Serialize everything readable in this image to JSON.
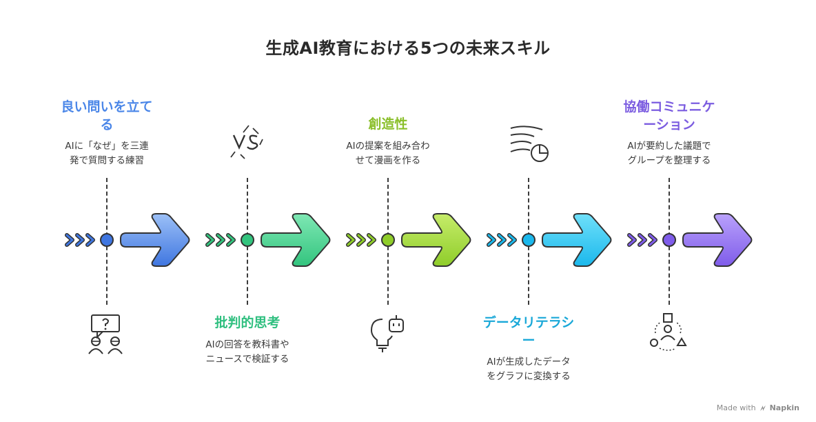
{
  "title": "生成AI教育における5つの未来スキル",
  "steps": [
    {
      "heading": "良い問いを立てる",
      "heading_lines": [
        "良い問いを立て",
        "る"
      ],
      "desc_lines": [
        "AIに「なぜ」を三連",
        "発で質問する練習"
      ],
      "color": "#4a86e8",
      "light": "#9cc0f7",
      "dark": "#3f76e0",
      "icon": "question-people-icon"
    },
    {
      "heading": "批判的思考",
      "heading_lines": [
        "批判的思考"
      ],
      "desc_lines": [
        "AIの回答を教科書や",
        "ニュースで検証する"
      ],
      "color": "#2fbf7f",
      "light": "#7fe8b4",
      "dark": "#33c47e",
      "icon": "versus-icon"
    },
    {
      "heading": "創造性",
      "heading_lines": [
        "創造性"
      ],
      "desc_lines": [
        "AIの提案を組み合わ",
        "せて漫画を作る"
      ],
      "color": "#8abf2a",
      "light": "#c6ec6a",
      "dark": "#8fcd2a",
      "icon": "lightbulb-robot-icon"
    },
    {
      "heading": "データリテラシー",
      "heading_lines": [
        "データリテラシ",
        "ー"
      ],
      "desc_lines": [
        "AIが生成したデータ",
        "をグラフに変換する"
      ],
      "color": "#1aa8d8",
      "light": "#6fe0fa",
      "dark": "#1bb8ec",
      "icon": "data-wind-chart-icon"
    },
    {
      "heading": "協働コミュニケーション",
      "heading_lines": [
        "協働コミュニケ",
        "ーション"
      ],
      "desc_lines": [
        "AIが要約した議題で",
        "グループを整理する"
      ],
      "color": "#7b5ce0",
      "light": "#b9a1fb",
      "dark": "#7f5cea",
      "icon": "group-shapes-icon"
    }
  ],
  "footer": {
    "made_with": "Made with",
    "brand": "Napkin"
  }
}
